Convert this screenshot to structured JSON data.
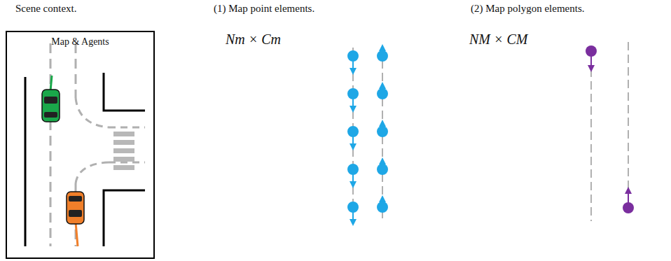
{
  "diagram": {
    "title": "Scene context.",
    "nodes": [
      {
        "text": [
          "Map & Agents"
        ]
      }
    ],
    "labels": [
      "(1) Map point elements.",
      "(2) Map polygon elements.",
      "Nm × Cm",
      "NM × CM"
    ]
  }
}
